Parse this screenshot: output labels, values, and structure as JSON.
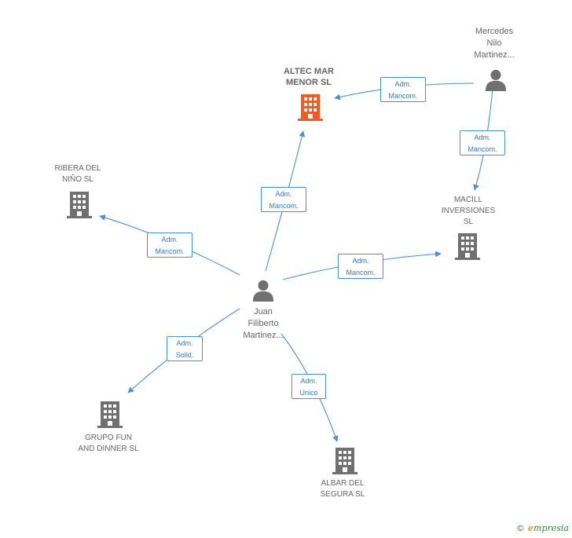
{
  "colors": {
    "edge": "#4a90d9",
    "node_default": "#707070",
    "node_main": "#f05a28",
    "label": "#666666"
  },
  "nodes": {
    "altec": {
      "label": "ALTEC MAR\nMENOR SL",
      "icon": "building-icon"
    },
    "mercedes": {
      "label": "Mercedes\nNilo\nMartinez...",
      "icon": "person-icon"
    },
    "ribera": {
      "label": "RIBERA DEL\nNIÑO SL",
      "icon": "building-icon"
    },
    "macill": {
      "label": "MACILL\nINVERSIONES\nSL",
      "icon": "building-icon"
    },
    "juan": {
      "label": "Juan\nFiliberto\nMartinez...",
      "icon": "person-icon"
    },
    "grupo": {
      "label": "GRUPO FUN\nAND DINNER SL",
      "icon": "building-icon"
    },
    "albar": {
      "label": "ALBAR DEL\nSEGURA SL",
      "icon": "building-icon"
    }
  },
  "edges": {
    "mercedes_altec": "Adm.\nMancom.",
    "mercedes_macill": "Adm.\nMancom.",
    "juan_altec": "Adm.\nMancom.",
    "juan_ribera": "Adm.\nMancom.",
    "juan_macill": "Adm.\nMancom.",
    "juan_grupo": "Adm.\nSolid.",
    "juan_albar": "Adm.\nUnico"
  },
  "footer": {
    "copyright": "©",
    "brand_initial": "e",
    "brand_rest": "mpresia"
  }
}
